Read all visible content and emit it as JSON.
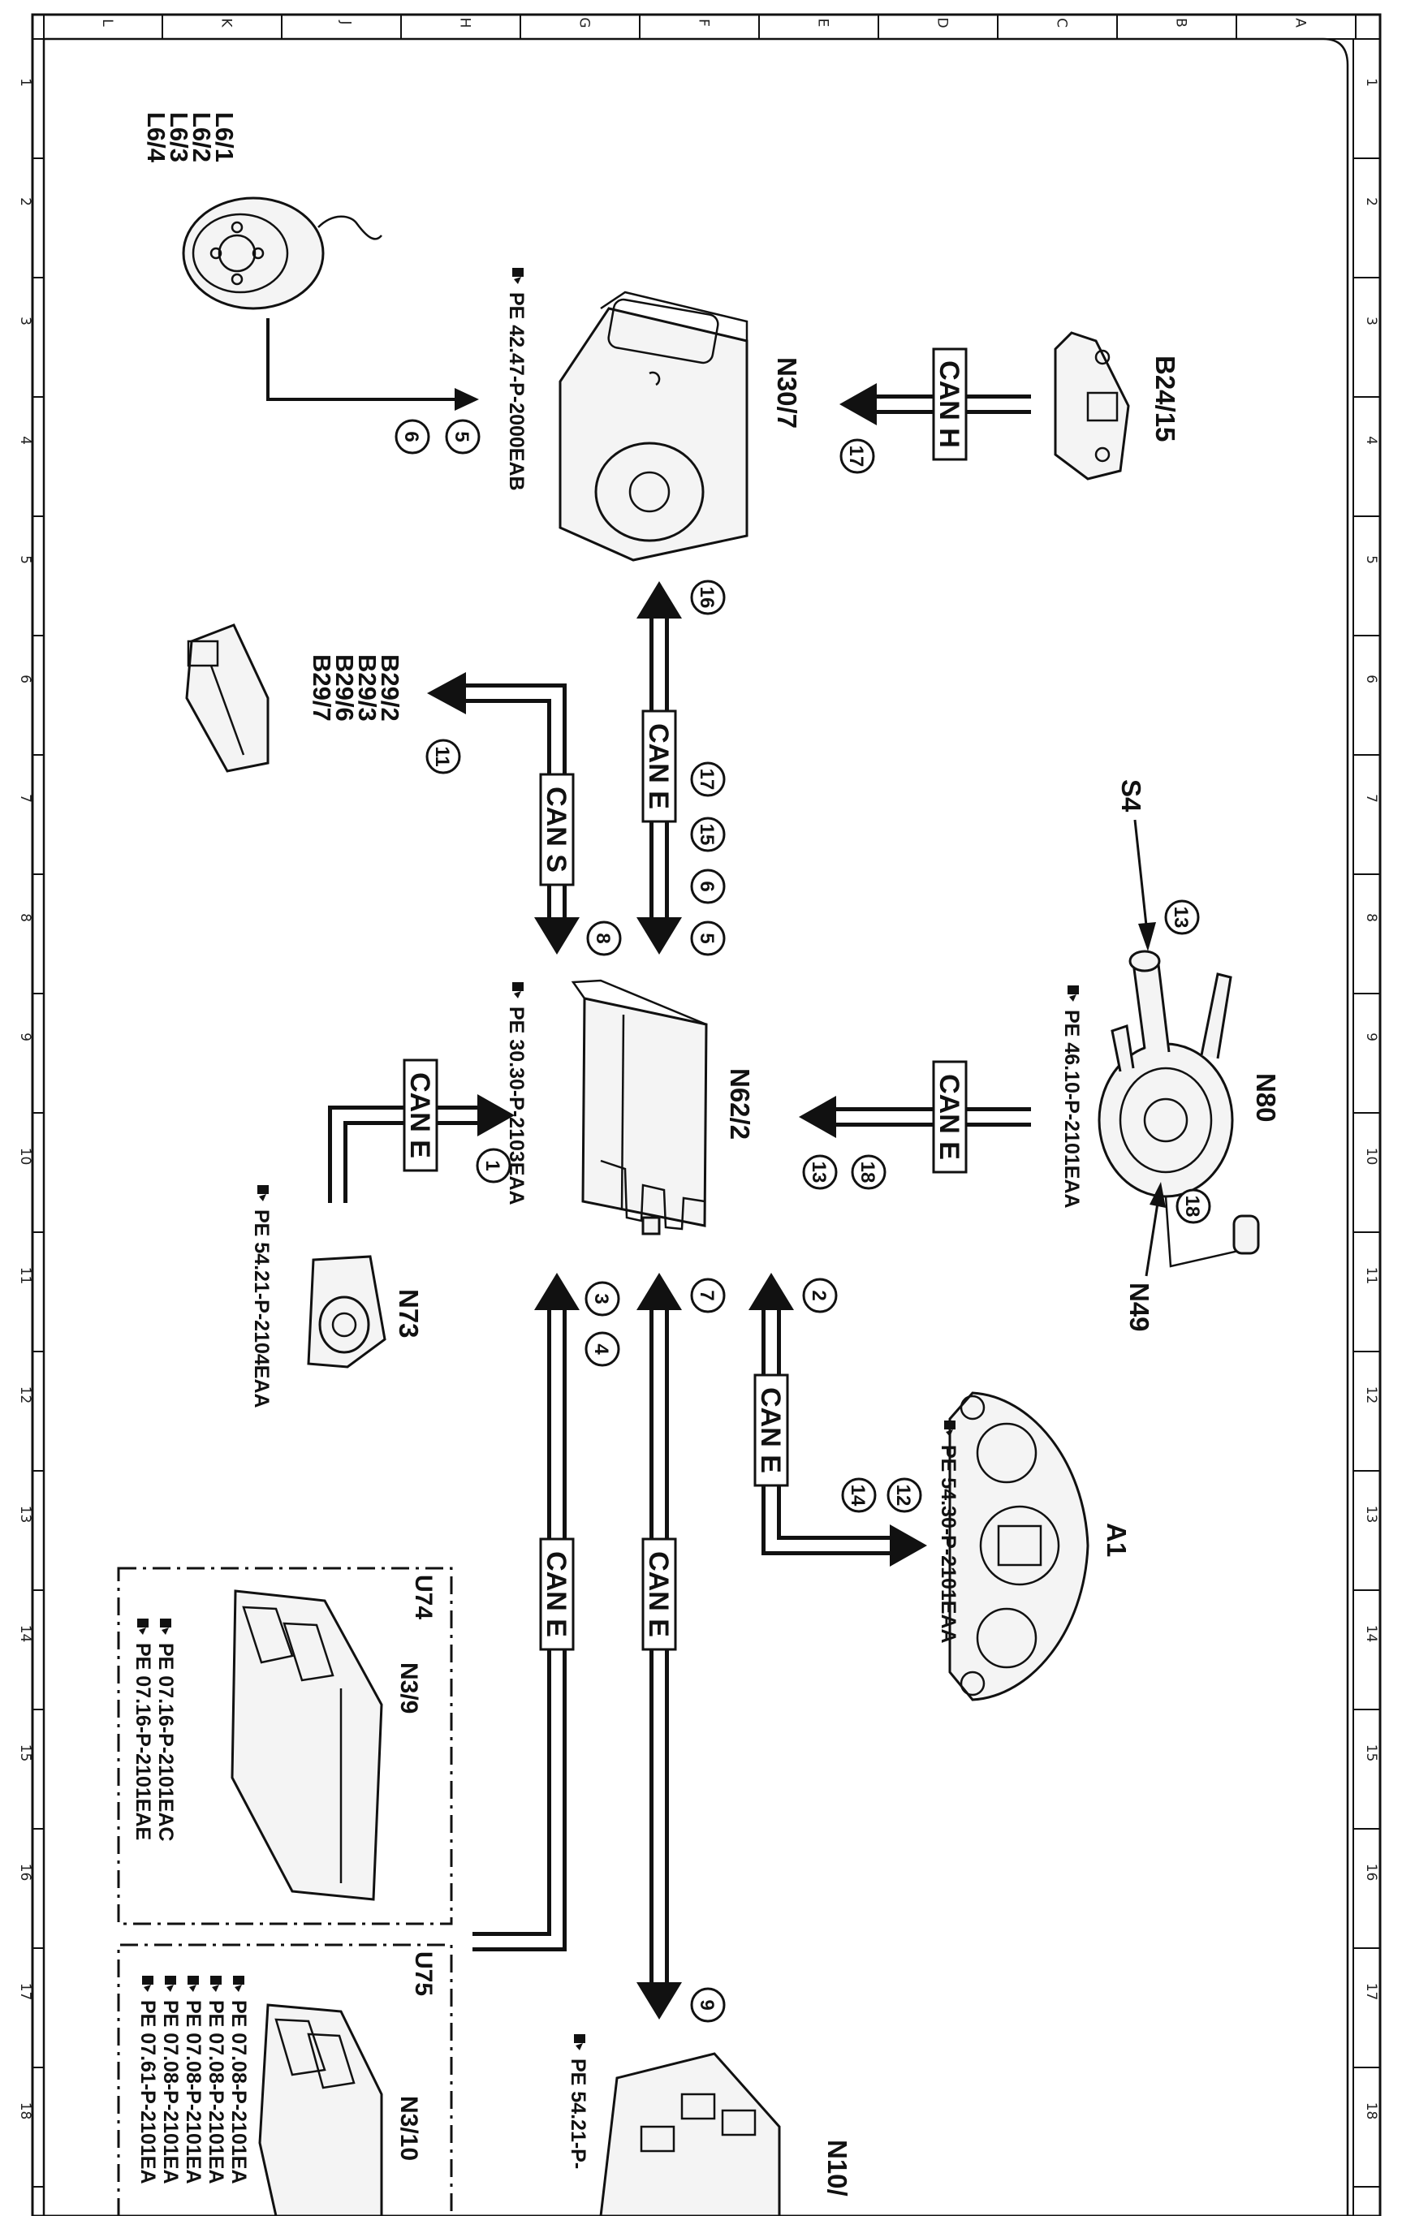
{
  "frame": {
    "col_letters": [
      "L",
      "K",
      "J",
      "H",
      "G",
      "F",
      "E",
      "D",
      "C",
      "B",
      "A"
    ],
    "row_numbers": [
      "1",
      "2",
      "3",
      "4",
      "5",
      "6",
      "7",
      "8",
      "9",
      "10",
      "11",
      "12",
      "13",
      "14",
      "15",
      "16",
      "17",
      "18"
    ]
  },
  "components": {
    "L6": {
      "lines": [
        "L6/1",
        "L6/2",
        "L6/3",
        "L6/4"
      ]
    },
    "N30_7": {
      "label": "N30/7",
      "ref": "PE 42.47-P-2000EAB"
    },
    "B24_15": {
      "label": "B24/15"
    },
    "B29": {
      "lines": [
        "B29/2",
        "B29/3",
        "B29/6",
        "B29/7"
      ]
    },
    "S4": {
      "label": "S4"
    },
    "N80": {
      "label": "N80",
      "ref": "PE 46.10-P-2101EAA"
    },
    "N49": {
      "label": "N49"
    },
    "N62_2": {
      "label": "N62/2",
      "ref": "PE 30.30-P-2103EAA"
    },
    "N73": {
      "label": "N73",
      "ref": "PE 54.21-P-2104EAA"
    },
    "A1": {
      "label": "A1",
      "ref": "PE 54.30-P-2101EAA"
    },
    "U74": {
      "label": "U74",
      "module": "N3/9",
      "refs": [
        "PE 07.16-P-2101EAC",
        "PE 07.16-P-2101EAE"
      ]
    },
    "U75": {
      "label": "U75",
      "module": "N3/10",
      "refs": [
        "PE 07.08-P-2101EA",
        "PE 07.08-P-2101EA",
        "PE 07.08-P-2101EA",
        "PE 07.08-P-2101EA",
        "PE 07.61-P-2101EA"
      ]
    },
    "N10": {
      "label": "N10/",
      "ref": "PE 54.21-P-"
    }
  },
  "buses": {
    "can_h": "CAN H",
    "can_e": "CAN E",
    "can_s": "CAN S"
  },
  "callouts": {
    "n1": "1",
    "n2": "2",
    "n3": "3",
    "n4": "4",
    "n5": "5",
    "n6": "6",
    "n7": "7",
    "n8": "8",
    "n9": "9",
    "n11": "11",
    "n12": "12",
    "n13": "13",
    "n14": "14",
    "n15": "15",
    "n16": "16",
    "n17": "17",
    "n18": "18"
  }
}
